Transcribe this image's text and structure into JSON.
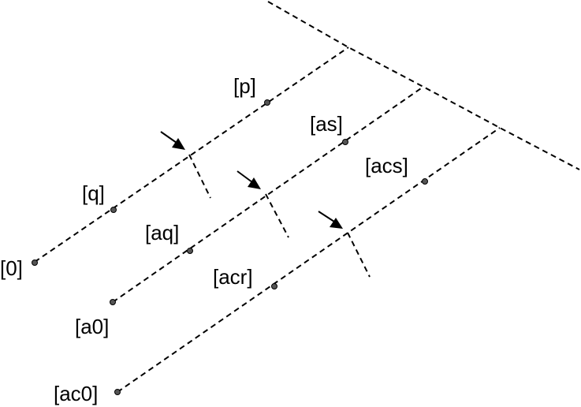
{
  "labels": {
    "p": "[p]",
    "q": "[q]",
    "zero": "[0]",
    "as": "[as]",
    "aq": "[aq]",
    "a0": "[a0]",
    "acs": "[acs]",
    "acr": "[acr]",
    "ac0": "[ac0]"
  }
}
